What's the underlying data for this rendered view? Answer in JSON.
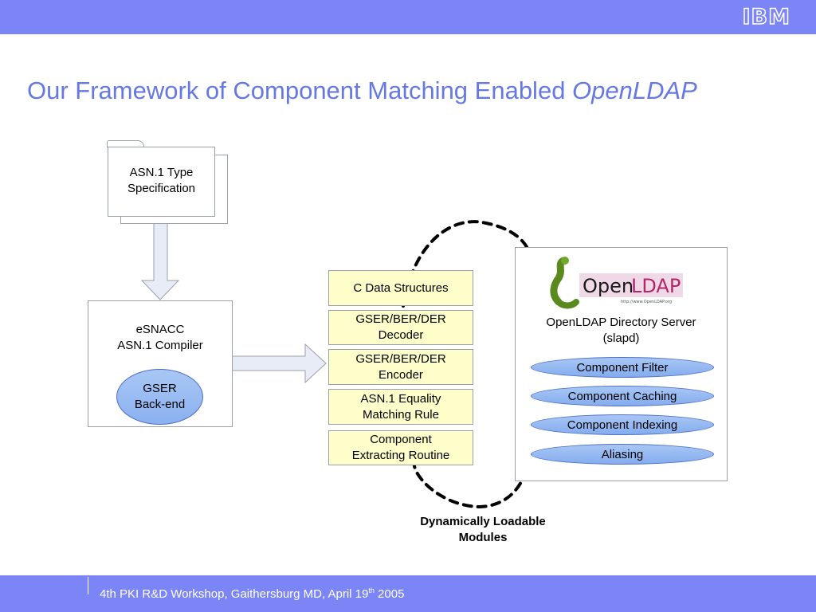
{
  "header": {
    "brand_logo": "IBM",
    "title": "Our Framework of Component Matching Enabled ",
    "title_italic": "OpenLDAP"
  },
  "footer": {
    "text": "4th PKI R&D Workshop, Gaithersburg MD, April 19",
    "superscript": "th",
    "text_end": " 2005"
  },
  "diagram": {
    "asn_spec": {
      "line1": "ASN.1 Type",
      "line2": "Specification"
    },
    "compiler": {
      "line1": "eSNACC",
      "line2": "ASN.1 Compiler",
      "backend_line1": "GSER",
      "backend_line2": "Back-end"
    },
    "modules": [
      {
        "line1": "C Data Structures",
        "line2": ""
      },
      {
        "line1": "GSER/BER/DER",
        "line2": "Decoder"
      },
      {
        "line1": "GSER/BER/DER",
        "line2": "Encoder"
      },
      {
        "line1": "ASN.1 Equality",
        "line2": "Matching Rule"
      },
      {
        "line1": "Component",
        "line2": "Extracting Routine"
      }
    ],
    "modules_caption": {
      "line1": "Dynamically Loadable",
      "line2": "Modules"
    },
    "server": {
      "logo_text": "OpenLDAP",
      "logo_url": "http://www.OpenLDAP.org",
      "line1": "OpenLDAP Directory Server",
      "line2": "(slapd)",
      "features": [
        "Component Filter",
        "Component Caching",
        "Component Indexing",
        "Aliasing"
      ]
    }
  },
  "colors": {
    "bar": "#7b85f5",
    "title": "#6679e3",
    "module_fill": "#fefecb",
    "ellipse_fill": "#a9c7f5"
  }
}
